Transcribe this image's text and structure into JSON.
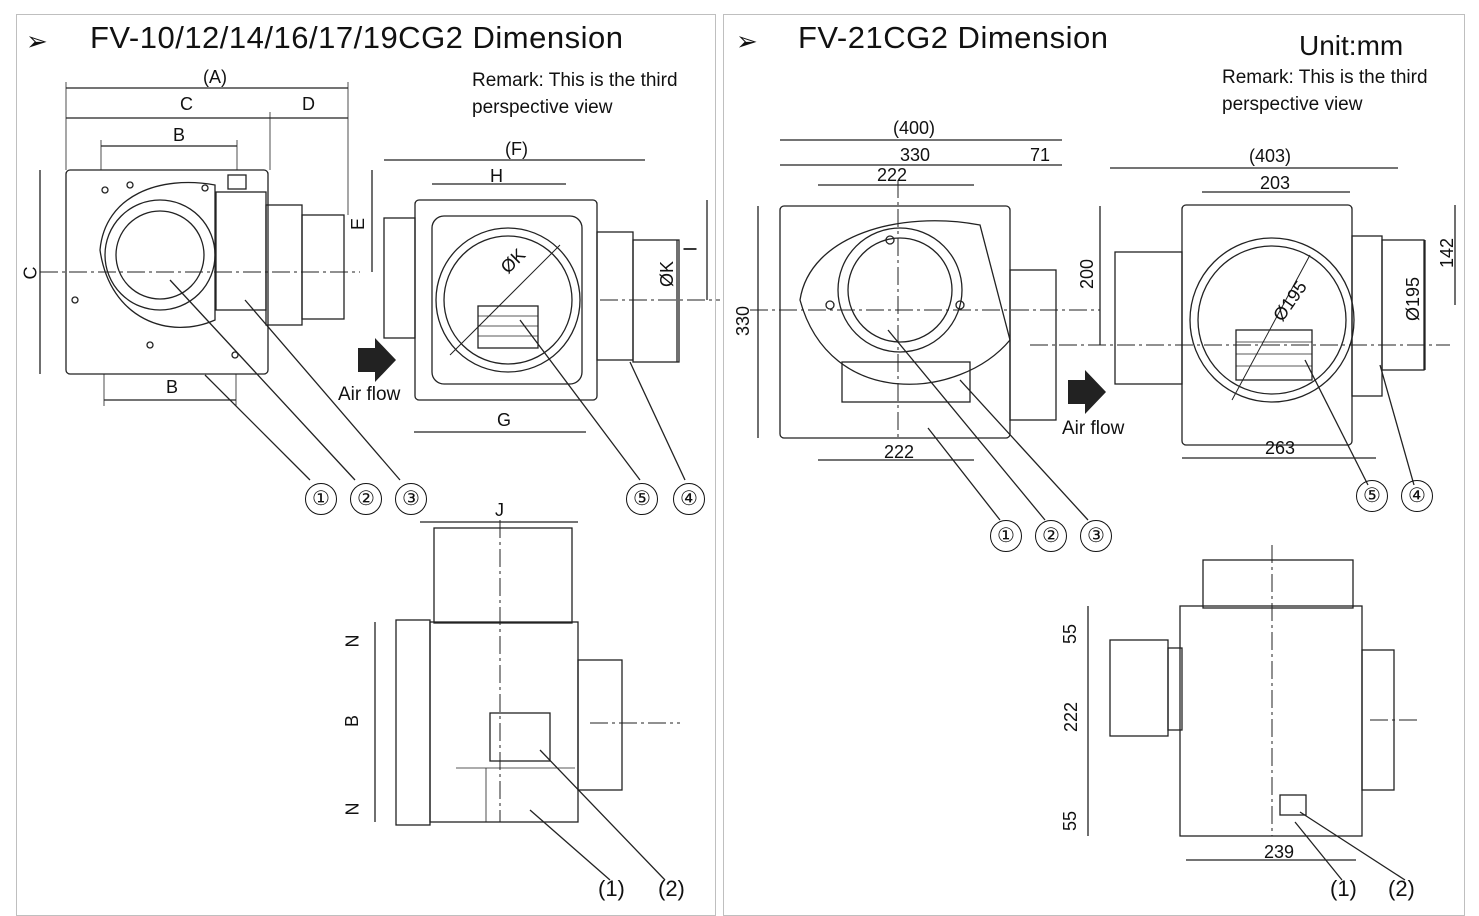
{
  "left_panel": {
    "title": "FV-10/12/14/16/17/19CG2 Dimension",
    "remark_line1": "Remark: This is the third",
    "remark_line2": "perspective view",
    "dims": {
      "A": "(A)",
      "C_top": "C",
      "D": "D",
      "B_top": "B",
      "C_side": "C",
      "E": "E",
      "B_bottom": "B",
      "F": "(F)",
      "H": "H",
      "K_diag": "ØK",
      "K_side": "ØK",
      "I": "I",
      "G": "G",
      "J": "J",
      "N_top": "N",
      "B_side": "B",
      "N_bottom": "N"
    },
    "air_flow": "Air flow",
    "callouts": [
      "①",
      "②",
      "③",
      "⑤",
      "④"
    ],
    "bottom_callouts": [
      "(1)",
      "(2)"
    ]
  },
  "right_panel": {
    "title": "FV-21CG2 Dimension",
    "unit": "Unit:mm",
    "remark_line1": "Remark: This is the third",
    "remark_line2": "perspective view",
    "dims": {
      "overall": "(400)",
      "d330": "330",
      "d71": "71",
      "d222_top": "222",
      "d330_side": "330",
      "d200": "200",
      "d222_bottom": "222",
      "d403": "(403)",
      "d203": "203",
      "d195_diag": "Ø195",
      "d142": "142",
      "d195_side": "Ø195",
      "d263": "263",
      "d55_top": "55",
      "d222_side": "222",
      "d55_bottom": "55",
      "d239": "239"
    },
    "air_flow": "Air flow",
    "callouts_front": [
      "①",
      "②",
      "③"
    ],
    "callouts_side": [
      "⑤",
      "④"
    ],
    "bottom_callouts": [
      "(1)",
      "(2)"
    ]
  }
}
